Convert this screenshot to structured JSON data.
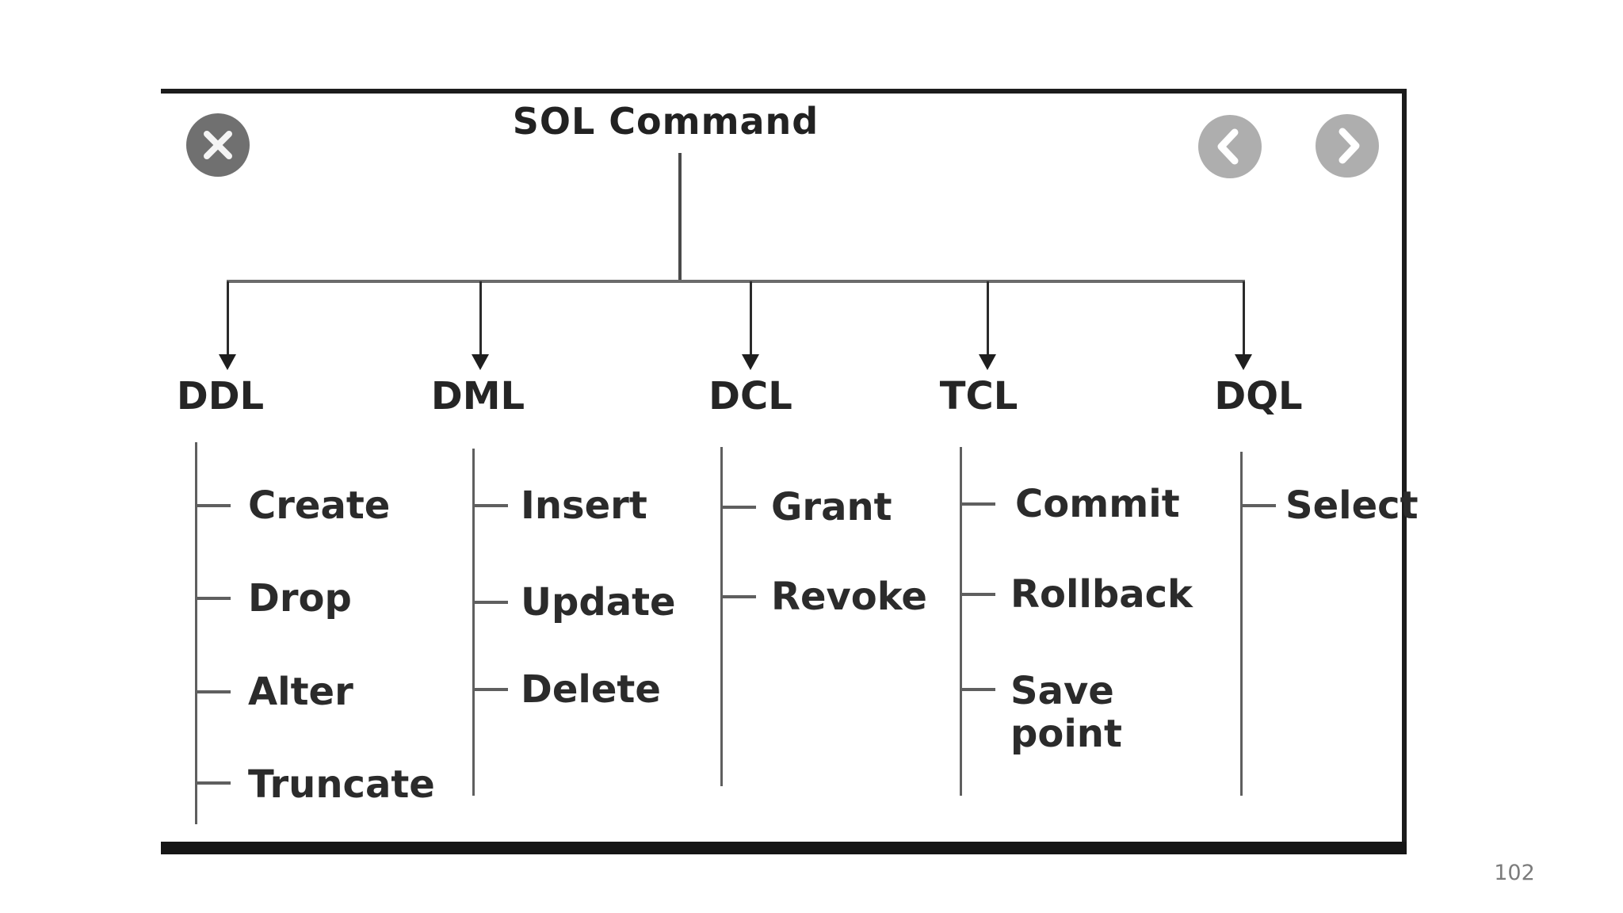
{
  "viewer": {
    "close_icon": "close-x",
    "prev_icon": "chevron-left",
    "next_icon": "chevron-right"
  },
  "diagram": {
    "title": "SOL Command",
    "columns": [
      {
        "label": "DDL",
        "items": [
          "Create",
          "Drop",
          "Alter",
          "Truncate"
        ]
      },
      {
        "label": "DML",
        "items": [
          "Insert",
          "Update",
          "Delete"
        ]
      },
      {
        "label": "DCL",
        "items": [
          "Grant",
          "Revoke"
        ]
      },
      {
        "label": "TCL",
        "items": [
          "Commit",
          "Rollback",
          "Save point"
        ]
      },
      {
        "label": "DQL",
        "items": [
          "Select"
        ]
      }
    ]
  },
  "page": {
    "number": "102"
  }
}
